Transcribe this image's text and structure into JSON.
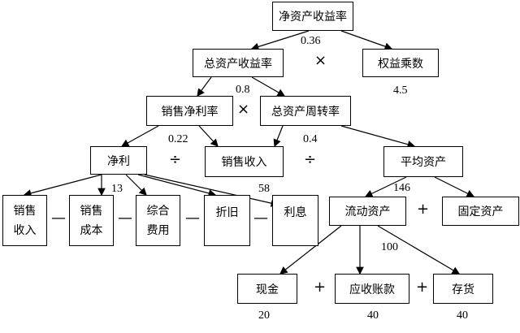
{
  "nodes": {
    "roe": "净资产收益率",
    "roa": "总资产收益率",
    "equity_multiplier": "权益乘数",
    "net_margin": "销售净利率",
    "asset_turnover": "总资产周转率",
    "net_profit": "净利",
    "sales_revenue": "销售收入",
    "avg_assets": "平均资产",
    "sales_1": "销售",
    "sales_2": "收入",
    "cost_1": "销售",
    "cost_2": "成本",
    "exp_1": "综合",
    "exp_2": "费用",
    "depreciation": "折旧",
    "interest": "利息",
    "current_assets": "流动资产",
    "fixed_assets": "固定资产",
    "cash": "现金",
    "receivables": "应收账款",
    "inventory": "存货"
  },
  "values": {
    "roa": "0.36",
    "equity_multiplier": "4.5",
    "net_margin": "0.8",
    "net_profit": "0.22",
    "sales_revenue": "0.4",
    "sales_sub": "13",
    "depreciation": "58",
    "avg_assets": "146",
    "current_assets": "100",
    "cash": "20",
    "receivables": "40",
    "inventory": "40"
  },
  "operators": {
    "times": "×",
    "divide": "÷",
    "minus": "—",
    "plus": "+"
  }
}
